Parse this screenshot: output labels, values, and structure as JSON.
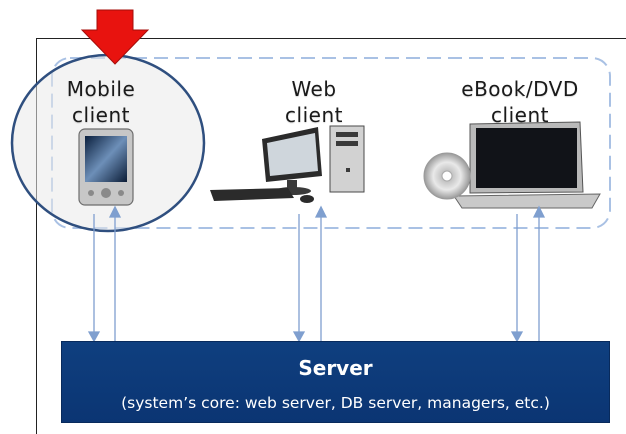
{
  "clients": [
    {
      "line1": "Mobile",
      "line2": "client",
      "icon": "pda-icon"
    },
    {
      "line1": "Web",
      "line2": "client",
      "icon": "desktop-computer-icon"
    },
    {
      "line1": "eBook/DVD",
      "line2": "client",
      "icon": "laptop-with-disc-icon"
    }
  ],
  "server": {
    "title": "Server",
    "subtitle": "(system’s core: web server, DB server, managers, etc.)"
  },
  "colors": {
    "server_fill": "#0e3c7b",
    "highlight_circle": "#2f4f7f",
    "highlight_arrow": "#e8130f",
    "dashed_group": "#a9c1e4",
    "arrows": "#7f9fcf"
  }
}
